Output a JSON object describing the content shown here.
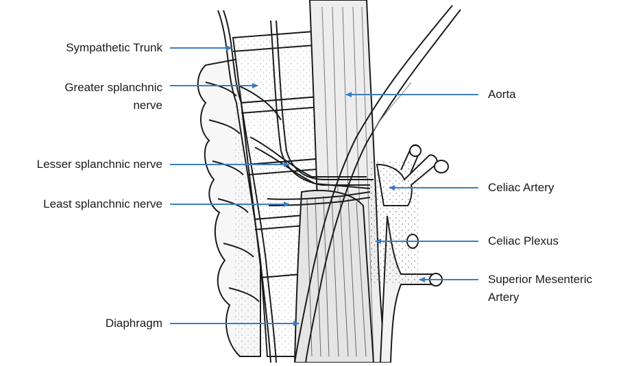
{
  "labels": {
    "sympathetic_trunk": "Sympathetic Trunk",
    "greater_splanchnic_line1": "Greater splanchnic",
    "greater_splanchnic_line2": "nerve",
    "lesser_splanchnic": "Lesser splanchnic nerve",
    "least_splanchnic": "Least splanchnic nerve",
    "diaphragm": "Diaphragm",
    "aorta": "Aorta",
    "celiac_artery": "Celiac Artery",
    "celiac_plexus": "Celiac Plexus",
    "superior_mesenteric_line1": "Superior Mesenteric",
    "superior_mesenteric_line2": "Artery"
  },
  "colors": {
    "arrow": "#3a7dc0",
    "ink": "#1a1a1a",
    "tissue": "#eeeeee",
    "bone": "#f7f7f7"
  }
}
